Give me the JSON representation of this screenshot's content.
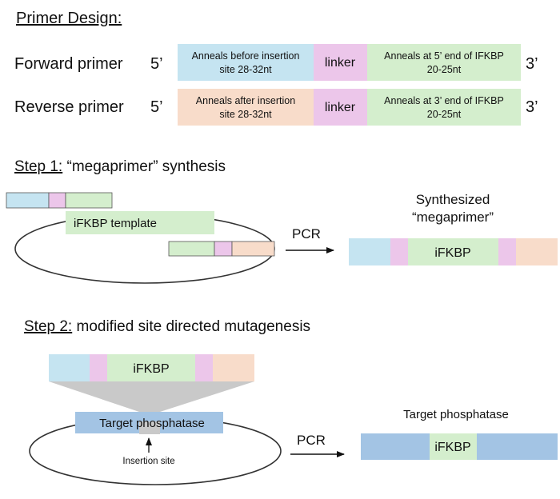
{
  "colors": {
    "blue": "#c5e4f1",
    "pink": "#ecc6ea",
    "green": "#d4eecd",
    "peach": "#f8dcca",
    "target_blue": "#a3c4e4",
    "cone_gray": "#c9c9c9",
    "outline": "#333333"
  },
  "primer_design": {
    "heading": "Primer Design:",
    "forward": {
      "label": "Forward primer",
      "five_prime": "5’",
      "seg1_line1": "Anneals before insertion",
      "seg1_line2": "site 28-32nt",
      "linker": "linker",
      "seg3_line1": "Anneals at 5’ end of IFKBP",
      "seg3_line2": "20-25nt",
      "three_prime": "3’"
    },
    "reverse": {
      "label": "Reverse primer",
      "five_prime": "5’",
      "seg1_line1": "Anneals after insertion",
      "seg1_line2": "site 28-32nt",
      "linker": "linker",
      "seg3_line1": "Anneals at 3’ end of IFKBP",
      "seg3_line2": "20-25nt",
      "three_prime": "3’"
    }
  },
  "step1": {
    "heading_prefix": "Step 1:",
    "heading_rest": " “megaprimer” synthesis",
    "template_label": "iFKBP template",
    "pcr_label": "PCR",
    "product_title_line1": "Synthesized",
    "product_title_line2": "“megaprimer”",
    "product_label": "iFKBP"
  },
  "step2": {
    "heading_prefix": "Step 2:",
    "heading_rest": " modified site directed mutagenesis",
    "insert_label": "iFKBP",
    "target_label": "Target phosphatase",
    "insertion_site_label": "Insertion site",
    "pcr_label": "PCR",
    "result_title": "Target phosphatase",
    "result_insert_label": "iFKBP"
  }
}
